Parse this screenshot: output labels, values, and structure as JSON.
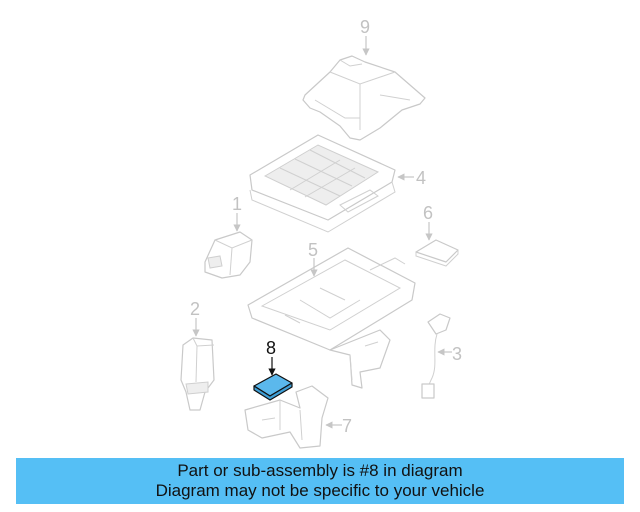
{
  "callouts": {
    "c1": "1",
    "c2": "2",
    "c3": "3",
    "c4": "4",
    "c5": "5",
    "c6": "6",
    "c7": "7",
    "c8": "8",
    "c9": "9"
  },
  "highlight": {
    "part": "8",
    "fill_color": "#5bb8ec"
  },
  "banner": {
    "line1": "Part or sub-assembly is #8 in diagram",
    "line2": "Diagram may not be specific to your vehicle",
    "background": "#55bff5"
  }
}
